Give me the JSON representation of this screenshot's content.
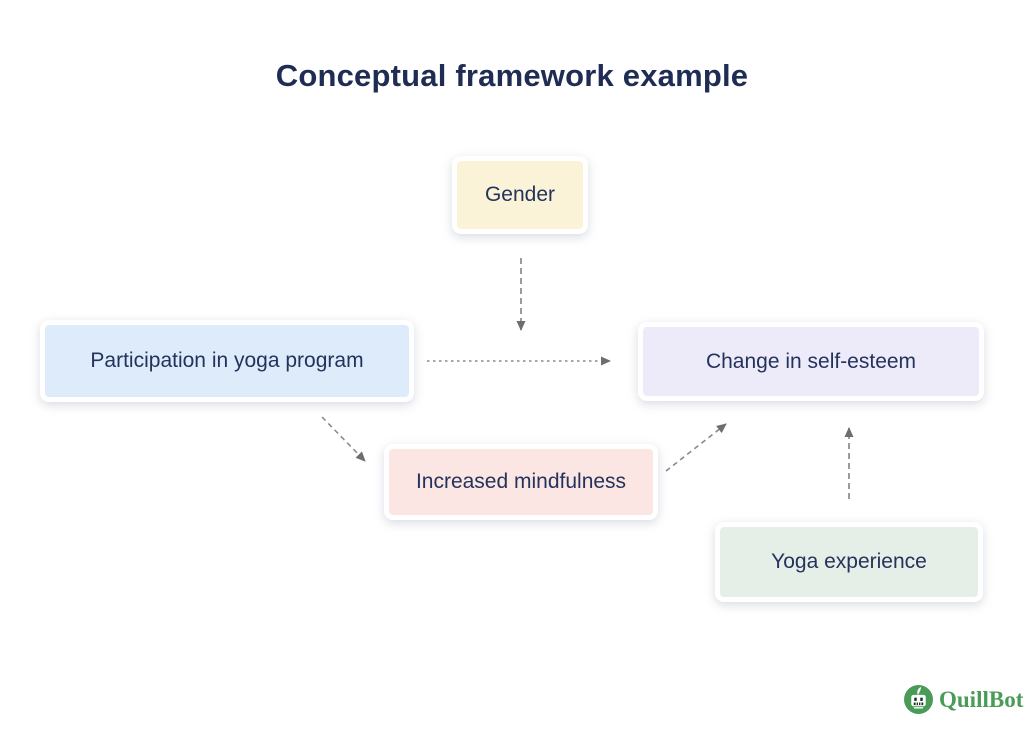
{
  "title": "Conceptual framework example",
  "nodes": [
    {
      "id": "gender",
      "label": "Gender",
      "fill": "#faf3d8"
    },
    {
      "id": "participation",
      "label": "Participation in yoga program",
      "fill": "#deebfa"
    },
    {
      "id": "self_esteem",
      "label": "Change in self-esteem",
      "fill": "#edebfa"
    },
    {
      "id": "mindfulness",
      "label": "Increased mindfulness",
      "fill": "#fbe6e4"
    },
    {
      "id": "yoga_experience",
      "label": "Yoga experience",
      "fill": "#e6efe7"
    }
  ],
  "edges": [
    {
      "from": "gender",
      "to": "self_esteem",
      "style": "dashed"
    },
    {
      "from": "participation",
      "to": "self_esteem",
      "style": "dotted"
    },
    {
      "from": "participation",
      "to": "mindfulness",
      "style": "dashed"
    },
    {
      "from": "mindfulness",
      "to": "self_esteem",
      "style": "dashed"
    },
    {
      "from": "yoga_experience",
      "to": "self_esteem",
      "style": "dashed"
    }
  ],
  "colors": {
    "title_text": "#1f2c54",
    "node_text": "#24335c",
    "arrow": "#8a8a8a",
    "arrowhead": "#6e6e6e",
    "background": "#ffffff",
    "brand_green": "#4a9b57"
  },
  "branding": {
    "logo_text": "QuillBot"
  }
}
